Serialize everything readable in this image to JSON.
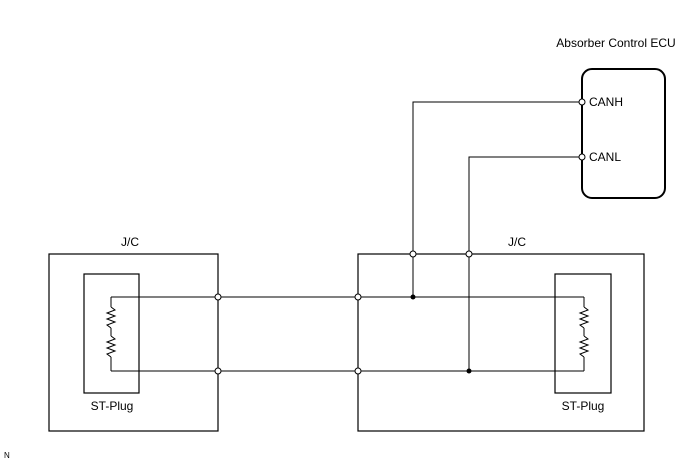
{
  "ecu": {
    "title": "Absorber Control ECU",
    "pins": [
      "CANH",
      "CANL"
    ]
  },
  "junctions": [
    {
      "label": "J/C",
      "plug_label": "ST-Plug"
    },
    {
      "label": "J/C",
      "plug_label": "ST-Plug"
    }
  ],
  "footer": {
    "mark": "N"
  }
}
